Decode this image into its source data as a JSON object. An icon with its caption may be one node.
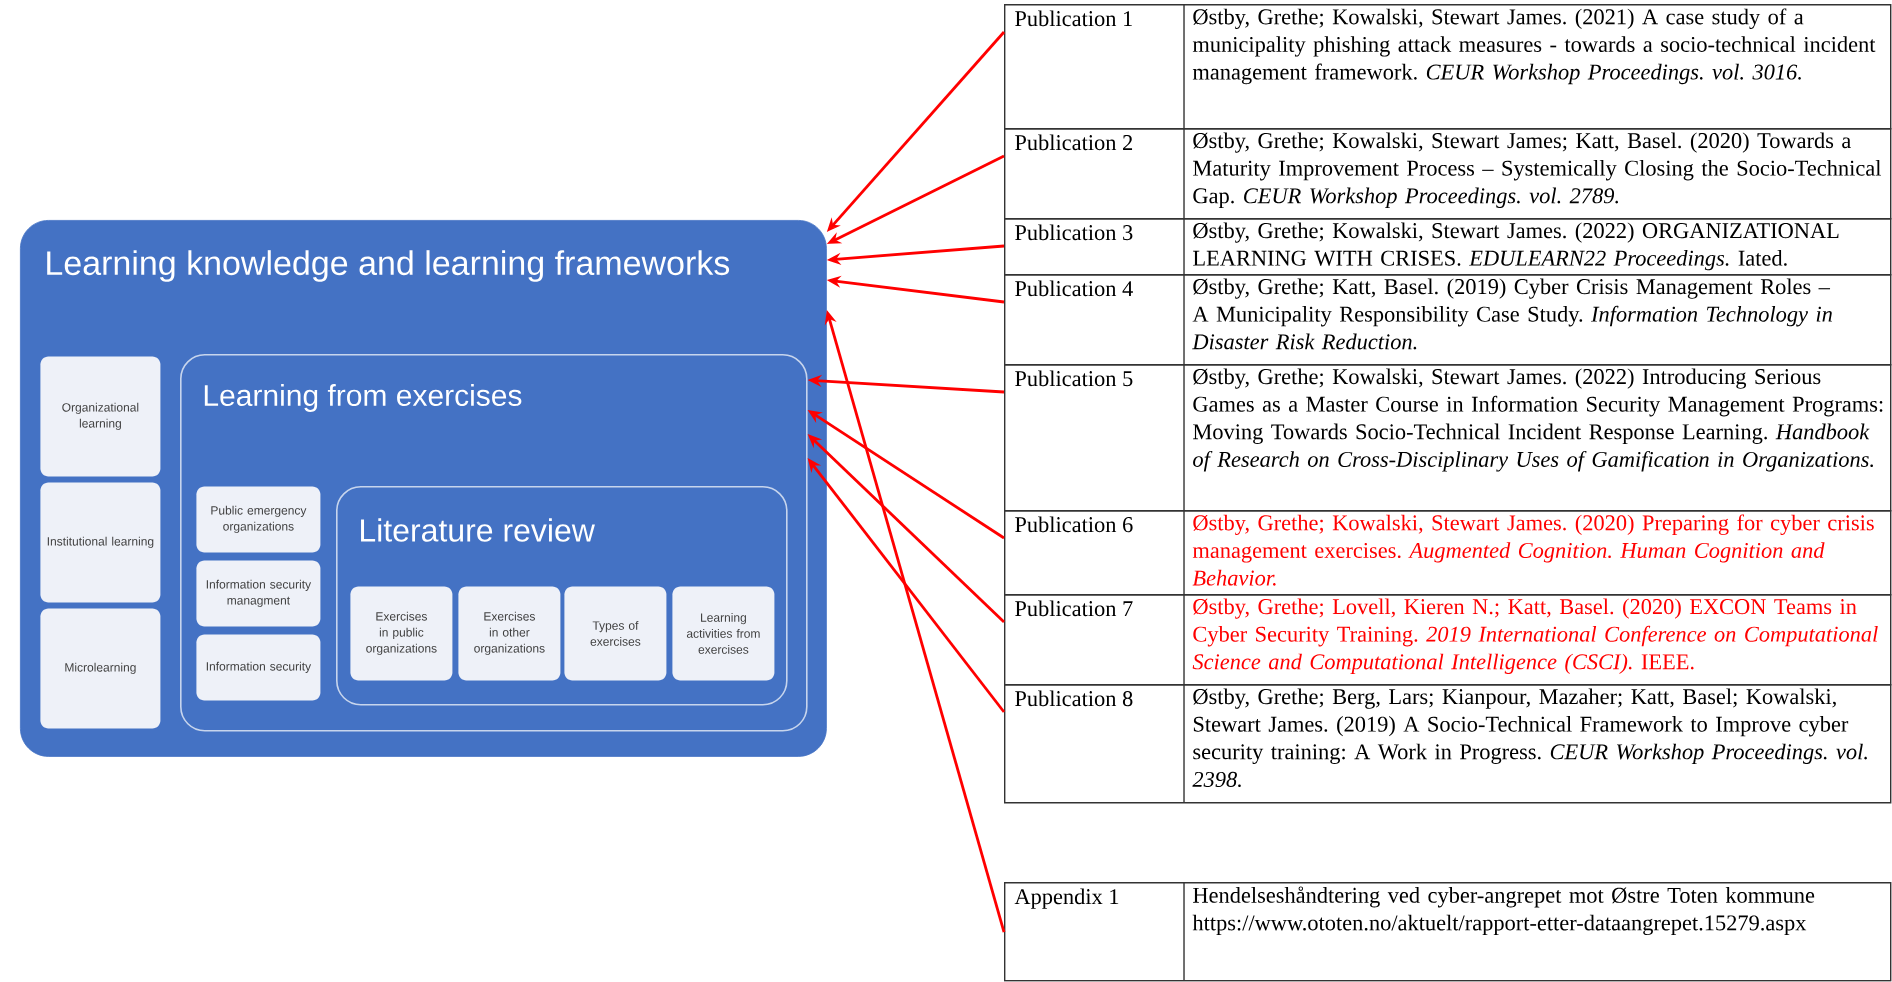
{
  "diagram": {
    "nodes": [
      {
        "text": [
          "Learning knowledge and learning frameworks"
        ]
      },
      {
        "text": [
          "Organizational learning"
        ],
        "in": 0
      },
      {
        "text": [
          "Institutional learning"
        ],
        "in": 0
      },
      {
        "text": [
          "Microlearning"
        ],
        "in": 0
      },
      {
        "text": [
          "Learning from exercises"
        ],
        "in": 0
      },
      {
        "text": [
          "Public emergency organizations"
        ],
        "in": 4
      },
      {
        "text": [
          "Information security managment"
        ],
        "in": 4
      },
      {
        "text": [
          "Information security"
        ],
        "in": 4
      },
      {
        "text": [
          "Literature review"
        ],
        "in": 4
      },
      {
        "text": [
          "Exercises in public organizations"
        ],
        "in": 8
      },
      {
        "text": [
          "Exercises in other organizations"
        ],
        "in": 8
      },
      {
        "text": [
          "Types of exercises"
        ],
        "in": 8
      },
      {
        "text": [
          "Learning activities from exercises"
        ],
        "in": 8
      },
      {
        "text": [
          "Publication 1",
          "Østby, Grethe; Kowalski, Stewart James. (2021) A case study of a municipality phishing attack measures - towards a socio-technical incident management framework. *CEUR Workshop Proceedings. vol. 3016.*"
        ]
      },
      {
        "text": [
          "Publication 2",
          "Østby, Grethe; Kowalski, Stewart James; Katt, Basel. (2020) Towards a Maturity Improvement Process – Systemically Closing the Socio-Technical Gap. *CEUR Workshop Proceedings. vol. 2789.*"
        ]
      },
      {
        "text": [
          "Publication 3",
          "Østby, Grethe; Kowalski, Stewart James. (2022) ORGANIZATIONAL LEARNING WITH CRISES. *EDULEARN22 Proceedings.* Iated."
        ]
      },
      {
        "text": [
          "Publication 4",
          "Østby, Grethe; Katt, Basel. (2019) Cyber Crisis Management Roles – A Municipality Responsibility Case Study. *Information Technology in Disaster Risk Reduction.*"
        ]
      },
      {
        "text": [
          "Publication 5",
          "Østby, Grethe; Kowalski, Stewart James. (2022) Introducing Serious Games as a Master Course in Information Security Management Programs: Moving Towards Socio-Technical Incident Response Learning. *Handbook of Research on Cross-Disciplinary Uses of Gamification in Organizations.*"
        ]
      },
      {
        "text": [
          "Publication 6",
          "Østby, Grethe; Kowalski, Stewart James. (2020) Preparing for cyber crisis management exercises. *Augmented Cognition. Human Cognition and Behavior.*"
        ]
      },
      {
        "text": [
          "Publication 7",
          "Østby, Grethe; Lovell, Kieren N.; Katt, Basel. (2020) EXCON Teams in Cyber Security Training. *2019 International Conference on Computational Science and Computational Intelligence (CSCI).* IEEE."
        ]
      },
      {
        "text": [
          "Publication 8",
          "Østby, Grethe; Berg, Lars; Kianpour, Mazaher; Katt, Basel; Kowalski, Stewart James. (2019) A Socio-Technical Framework to Improve cyber security training: A Work in Progress. *CEUR Workshop Proceedings. vol. 2398.*"
        ]
      },
      {
        "text": [
          "Appendix 1",
          "Hendelseshåndtering ved cyber-angrepet mot Østre Toten kommune https://www.ototen.no/aktuelt/rapport-etter-dataangrepet.15279.aspx"
        ]
      }
    ],
    "edges": [
      {
        "from": 13,
        "to": 0,
        "arrow": "to"
      },
      {
        "from": 14,
        "to": 0,
        "arrow": "to"
      },
      {
        "from": 15,
        "to": 0,
        "arrow": "to"
      },
      {
        "from": 16,
        "to": 0,
        "arrow": "to"
      },
      {
        "from": 17,
        "to": 4,
        "arrow": "to"
      },
      {
        "from": 18,
        "to": 4,
        "arrow": "to"
      },
      {
        "from": 19,
        "to": 4,
        "arrow": "to"
      },
      {
        "from": 20,
        "to": 4,
        "arrow": "to"
      },
      {
        "from": 21,
        "to": 0,
        "arrow": "to"
      }
    ]
  }
}
